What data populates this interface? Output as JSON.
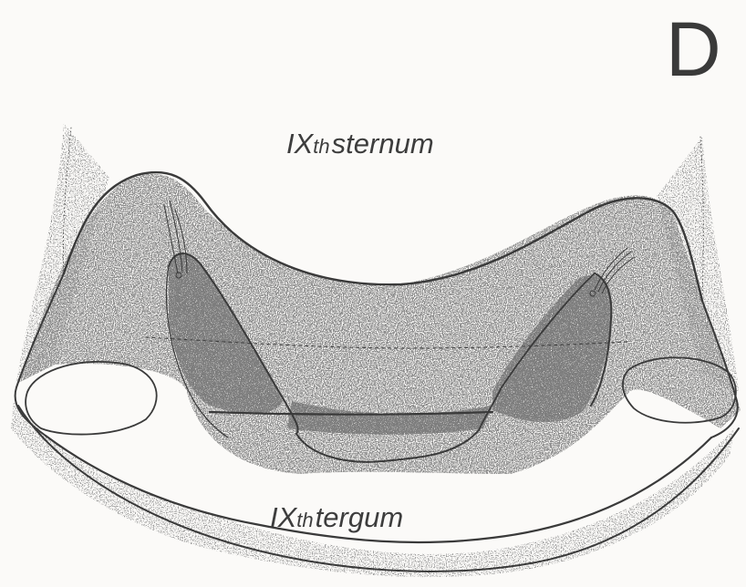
{
  "figure": {
    "panel_letter": "D",
    "labels": {
      "sternum": {
        "roman": "IX",
        "subscript": "th",
        "word": "sternum"
      },
      "tergum": {
        "roman": "IX",
        "subscript": "th",
        "word": "tergum"
      }
    }
  },
  "colors": {
    "ink": "#3a3a3a",
    "stipple": "#4a4a4a",
    "paper": "#fbfaf8"
  }
}
